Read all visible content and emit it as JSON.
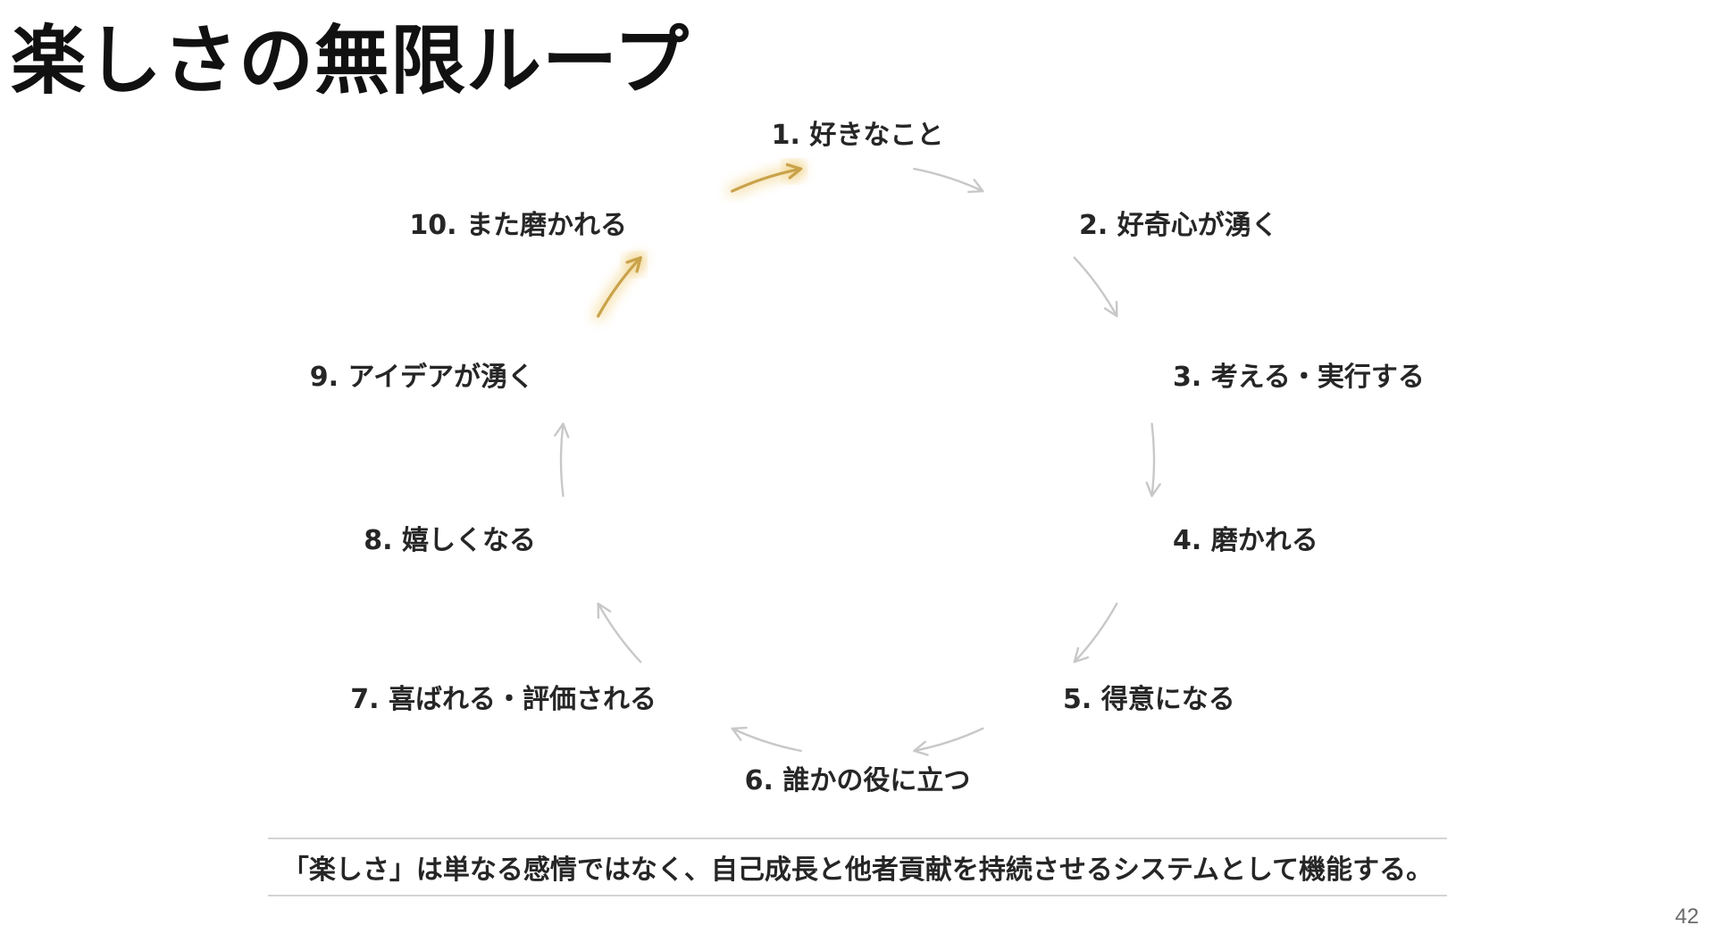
{
  "slide": {
    "title": "楽しさの無限ループ",
    "conclusion": "「楽しさ」は単なる感情ではなく、自己成長と他者貢献を持続させるシステムとして機能する。",
    "page_number": "42"
  },
  "loop": {
    "steps": [
      {
        "label": "1. 好きなこと"
      },
      {
        "label": "2. 好奇心が湧く"
      },
      {
        "label": "3. 考える・実行する"
      },
      {
        "label": "4. 磨かれる"
      },
      {
        "label": "5. 得意になる"
      },
      {
        "label": "6. 誰かの役に立つ"
      },
      {
        "label": "7. 喜ばれる・評価される"
      },
      {
        "label": "8. 嬉しくなる"
      },
      {
        "label": "9. アイデアが湧く"
      },
      {
        "label": "10. また磨かれる"
      }
    ],
    "highlighted_transitions": [
      "9-10",
      "10-1"
    ],
    "colors": {
      "arrow": "#c8c8c8",
      "highlight": "#c9a24a",
      "highlight_glow": "#f0cf7a",
      "text": "#262626"
    }
  }
}
